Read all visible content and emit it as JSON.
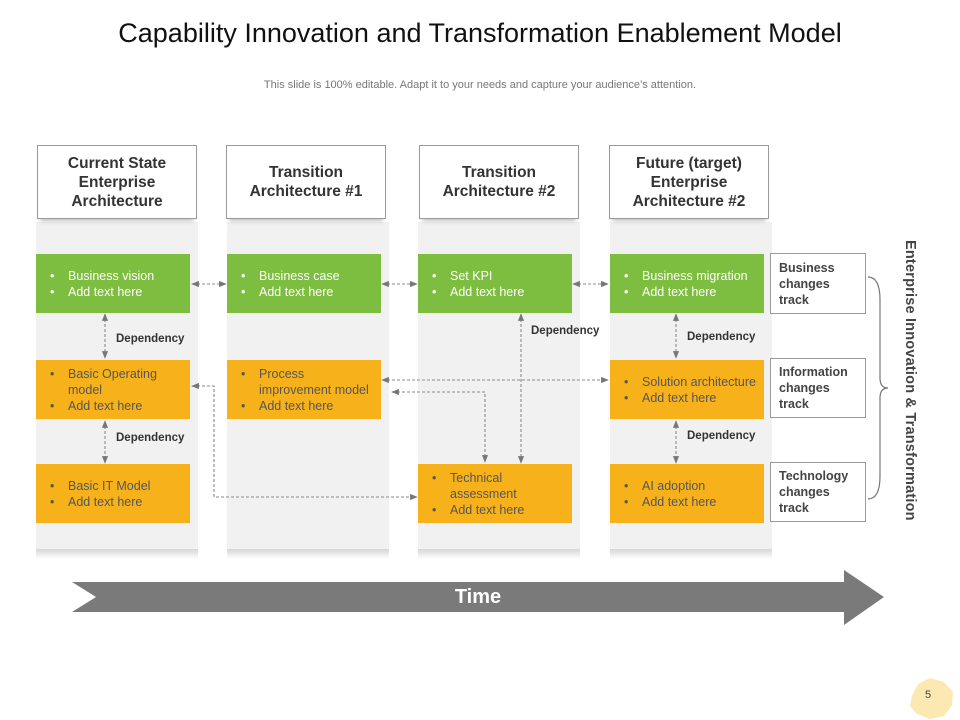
{
  "title": "Capability Innovation and Transformation Enablement Model",
  "subtitle": "This slide is 100% editable. Adapt it to your needs and capture your audience’s attention.",
  "columns": [
    {
      "header": [
        "Current State",
        "Enterprise",
        "Architecture"
      ]
    },
    {
      "header": [
        "Transition",
        "Architecture #1"
      ]
    },
    {
      "header": [
        "Transition",
        "Architecture #2"
      ]
    },
    {
      "header": [
        "Future (target)",
        "Enterprise",
        "Architecture #2"
      ]
    }
  ],
  "boxes": {
    "business_vision": [
      "Business vision",
      "Add text here"
    ],
    "business_case": [
      "Business case",
      "Add text here"
    ],
    "set_kpi": [
      "Set KPI",
      "Add text here"
    ],
    "business_migration": [
      "Business migration",
      "Add text here"
    ],
    "basic_operating_model": [
      "Basic Operating model",
      "Add text here"
    ],
    "process_improvement": [
      "Process improvement  model",
      "Add text here"
    ],
    "solution_architecture": [
      "Solution architecture",
      "Add text here"
    ],
    "basic_it_model": [
      "Basic IT Model",
      "Add text here"
    ],
    "technical_assessment": [
      "Technical assessment",
      "Add text here"
    ],
    "ai_adoption": [
      "AI adoption",
      "Add text here"
    ]
  },
  "dependency_label": "Dependency",
  "tracks": {
    "business": "Business changes track",
    "information": "Information changes track",
    "technology": "Technology changes track"
  },
  "side_label": "Enterprise Innovation & Transformation",
  "time_label": "Time",
  "page_number": "5",
  "colors": {
    "green": "#7dbd3f",
    "orange": "#f7b21b",
    "arrow": "#7a7a7a",
    "column_bg": "#f1f1f1"
  }
}
